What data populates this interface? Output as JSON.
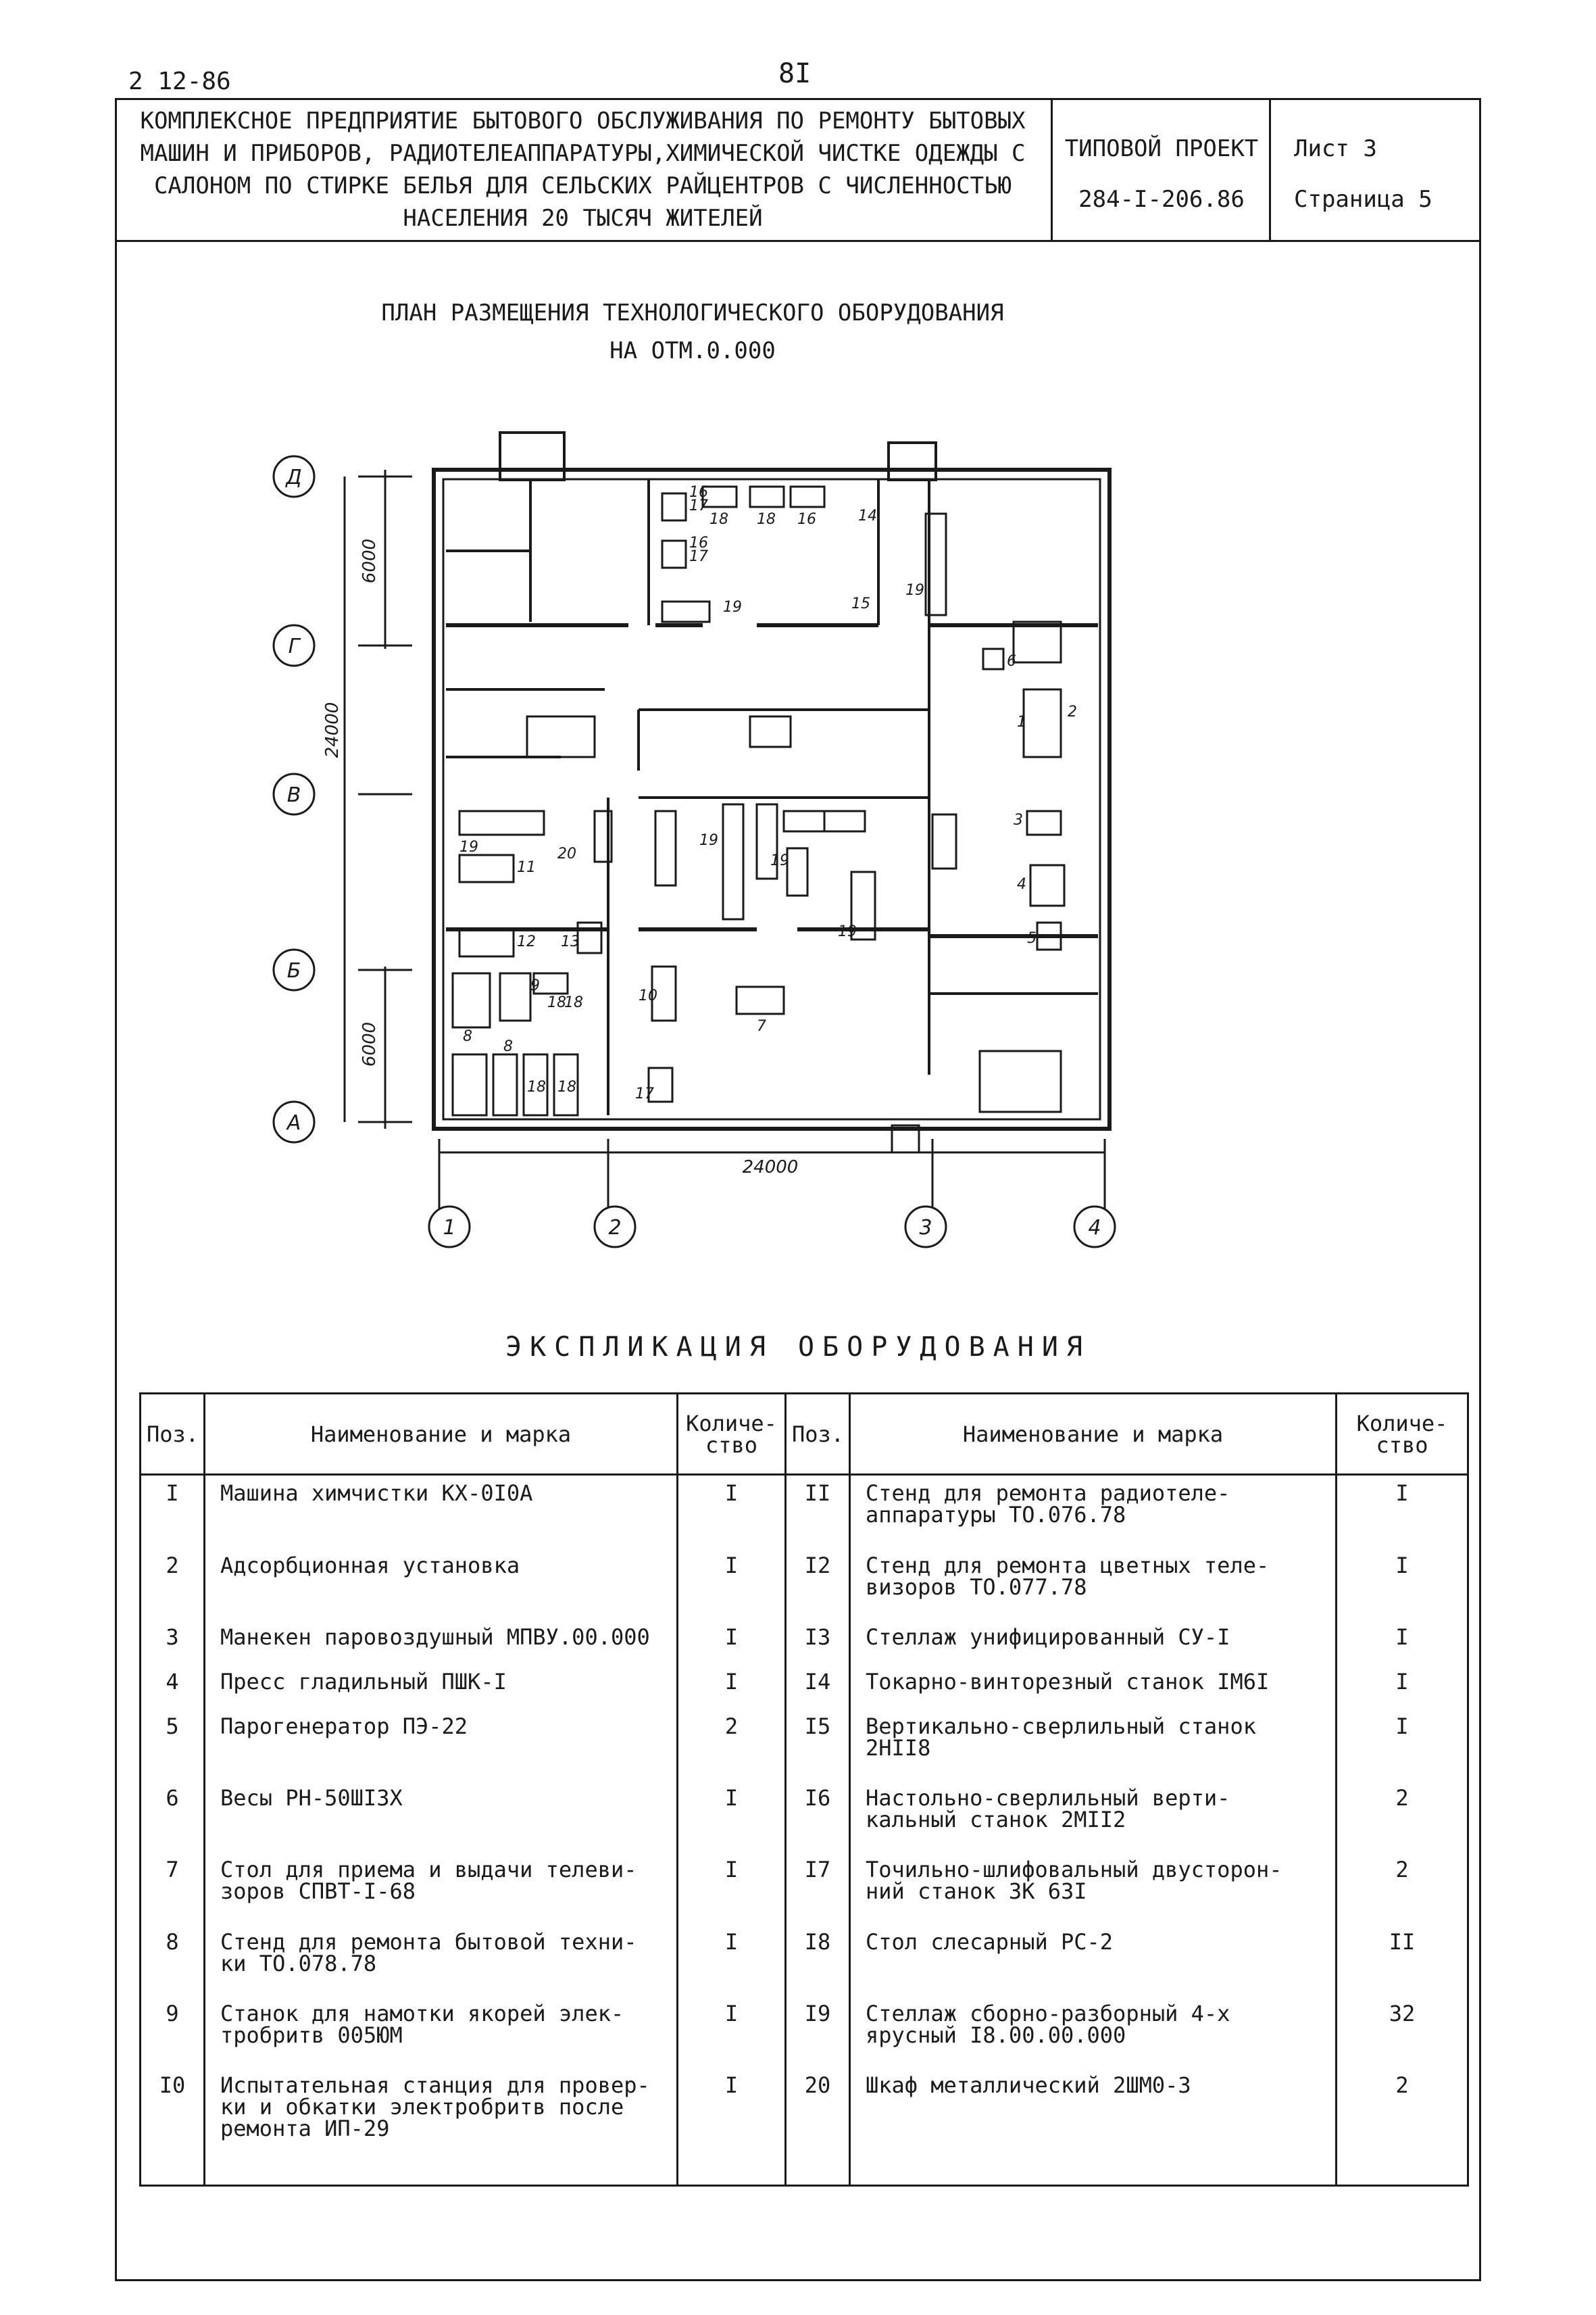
{
  "corner_code": "2 12-86",
  "page_number": "8I",
  "title_block": {
    "project_title_lines": [
      "КОМПЛЕКСНОЕ ПРЕДПРИЯТИЕ БЫТОВОГО ОБСЛУЖИВАНИЯ ПО РЕМОНТУ БЫТОВЫХ",
      "МАШИН И ПРИБОРОВ, РАДИОТЕЛЕАППАРАТУРЫ,ХИМИЧЕСКОЙ ЧИСТКЕ ОДЕЖДЫ С",
      "САЛОНОМ ПО СТИРКЕ БЕЛЬЯ ДЛЯ СЕЛЬСКИХ РАЙЦЕНТРОВ С ЧИСЛЕННОСТЬЮ",
      "НАСЕЛЕНИЯ 20 ТЫСЯЧ ЖИТЕЛЕЙ"
    ],
    "type_project_label": "ТИПОВОЙ ПРОЕКТ",
    "type_project_number": "284-I-206.86",
    "sheet_label": "Лист 3",
    "page_label": "Страница 5"
  },
  "plan": {
    "title_lines": [
      "ПЛАН РАЗМЕЩЕНИЯ ТЕХНОЛОГИЧЕСКОГО ОБОРУДОВАНИЯ",
      "НА ОТМ.0.000"
    ],
    "row_axes": [
      "Д",
      "Г",
      "В",
      "Б",
      "А"
    ],
    "col_axes": [
      "1",
      "2",
      "3",
      "4"
    ],
    "dim_top": "6000",
    "dim_total_vertical": "24000",
    "dim_bottom": "6000",
    "dim_total_horizontal": "24000",
    "equipment_labels": [
      "1",
      "2",
      "3",
      "4",
      "5",
      "6",
      "7",
      "8",
      "8",
      "9",
      "10",
      "11",
      "12",
      "13",
      "14",
      "15",
      "16",
      "17",
      "18",
      "16",
      "17",
      "18",
      "16",
      "18",
      "18",
      "18",
      "17",
      "18",
      "19",
      "19",
      "19",
      "19",
      "19",
      "19",
      "20"
    ]
  },
  "explication": {
    "title": "ЭКСПЛИКАЦИЯ ОБОРУДОВАНИЯ",
    "headers": {
      "pos": "Поз.",
      "name": "Наименование и марка",
      "qty": "Количе- ство"
    },
    "left": [
      {
        "pos": "I",
        "name": "Машина химчистки КХ-0I0А",
        "qty": "I"
      },
      {
        "pos": "2",
        "name": "Адсорбционная установка",
        "qty": "I"
      },
      {
        "pos": "3",
        "name": "Манекен паровоздушный МПВУ.00.000",
        "qty": "I"
      },
      {
        "pos": "4",
        "name": "Пресс гладильный ПШК-I",
        "qty": "I"
      },
      {
        "pos": "5",
        "name": "Парогенератор ПЭ-22",
        "qty": "2"
      },
      {
        "pos": "6",
        "name": "Весы РН-50ШI3Х",
        "qty": "I"
      },
      {
        "pos": "7",
        "name": "Стол для приема и выдачи телеви- зоров СПВТ-I-68",
        "qty": "I"
      },
      {
        "pos": "8",
        "name": "Стенд для ремонта бытовой техни- ки ТО.078.78",
        "qty": "I"
      },
      {
        "pos": "9",
        "name": "Станок для намотки якорей элек- тробритв 005ЮМ",
        "qty": "I"
      },
      {
        "pos": "I0",
        "name": "Испытательная станция для провер- ки и обкатки электробритв после ремонта ИП-29",
        "qty": "I"
      }
    ],
    "right": [
      {
        "pos": "II",
        "name": "Стенд для ремонта радиотеле- аппаратуры ТО.076.78",
        "qty": "I"
      },
      {
        "pos": "I2",
        "name": "Стенд для ремонта цветных теле- визоров ТО.077.78",
        "qty": "I"
      },
      {
        "pos": "I3",
        "name": "Стеллаж унифицированный СУ-I",
        "qty": "I"
      },
      {
        "pos": "I4",
        "name": "Токарно-винторезный станок IМ6I",
        "qty": "I"
      },
      {
        "pos": "I5",
        "name": "Вертикально-сверлильный станок 2НII8",
        "qty": "I"
      },
      {
        "pos": "I6",
        "name": "Настольно-сверлильный верти- кальный станок 2МII2",
        "qty": "2"
      },
      {
        "pos": "I7",
        "name": "Точильно-шлифовальный двусторон- ний станок 3К 63I",
        "qty": "2"
      },
      {
        "pos": "I8",
        "name": "Стол слесарный РС-2",
        "qty": "II"
      },
      {
        "pos": "I9",
        "name": "Стеллаж сборно-разборный 4-х ярусный I8.00.00.000",
        "qty": "32"
      },
      {
        "pos": "20",
        "name": "Шкаф металлический 2ШМ0-3",
        "qty": "2"
      }
    ]
  }
}
